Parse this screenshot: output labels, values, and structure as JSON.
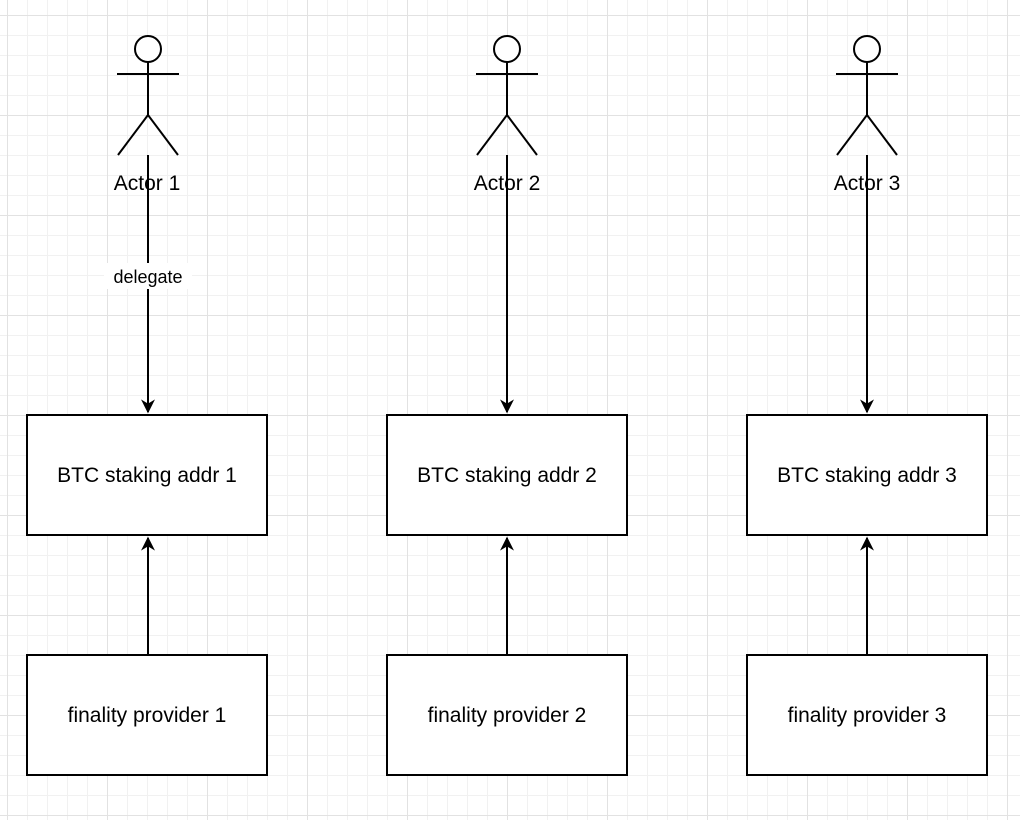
{
  "actors": [
    {
      "id": "actor-1",
      "label": "Actor 1"
    },
    {
      "id": "actor-2",
      "label": "Actor 2"
    },
    {
      "id": "actor-3",
      "label": "Actor 3"
    }
  ],
  "staking_addresses": [
    {
      "id": "staking-addr-1",
      "label": "BTC staking addr 1"
    },
    {
      "id": "staking-addr-2",
      "label": "BTC staking addr 2"
    },
    {
      "id": "staking-addr-3",
      "label": "BTC staking addr 3"
    }
  ],
  "finality_providers": [
    {
      "id": "finality-provider-1",
      "label": "finality provider 1"
    },
    {
      "id": "finality-provider-2",
      "label": "finality provider 2"
    },
    {
      "id": "finality-provider-3",
      "label": "finality provider 3"
    }
  ],
  "edges": [
    {
      "from": "actor-1",
      "to": "staking-addr-1",
      "label": "delegate"
    },
    {
      "from": "actor-2",
      "to": "staking-addr-2",
      "label": ""
    },
    {
      "from": "actor-3",
      "to": "staking-addr-3",
      "label": ""
    },
    {
      "from": "finality-provider-1",
      "to": "staking-addr-1",
      "label": ""
    },
    {
      "from": "finality-provider-2",
      "to": "staking-addr-2",
      "label": ""
    },
    {
      "from": "finality-provider-3",
      "to": "staking-addr-3",
      "label": ""
    }
  ]
}
